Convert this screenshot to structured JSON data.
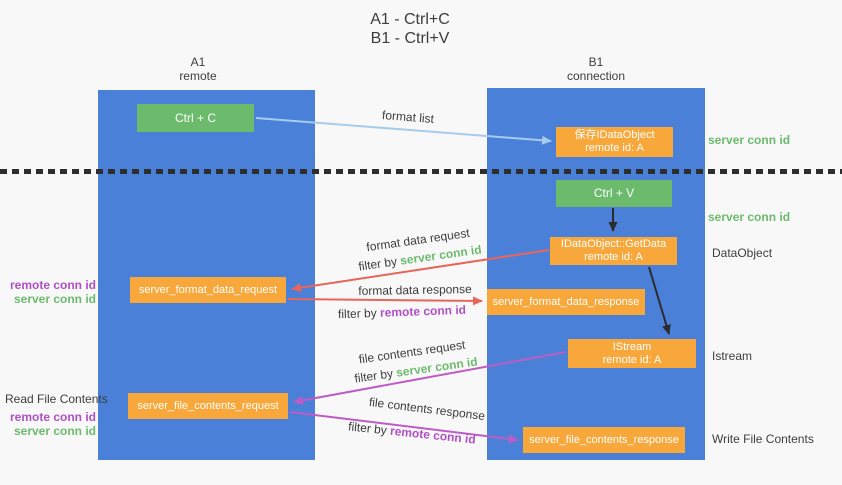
{
  "title": {
    "line1": "A1 - Ctrl+C",
    "line2": "B1 - Ctrl+V"
  },
  "columns": {
    "a1": {
      "name": "A1",
      "subtitle": "remote"
    },
    "b1": {
      "name": "B1",
      "subtitle": "connection"
    }
  },
  "nodes": {
    "ctrl_c": {
      "label": "Ctrl + C"
    },
    "save_idataobject": {
      "line1": "保存IDataObject",
      "line2": "remote id: A"
    },
    "ctrl_v": {
      "label": "Ctrl + V"
    },
    "getdata": {
      "line1": "IDataObject::GetData",
      "line2": "remote id: A"
    },
    "format_request": {
      "label": "server_format_data_request"
    },
    "format_response": {
      "label": "server_format_data_response"
    },
    "istream": {
      "line1": "IStream",
      "line2": "remote id: A"
    },
    "file_request": {
      "label": "server_file_contents_request"
    },
    "file_response": {
      "label": "server_file_contents_response"
    }
  },
  "side_labels": {
    "server_conn_id_top": "server conn id",
    "server_conn_id_mid": "server conn id",
    "dataobject": "DataObject",
    "istream": "Istream",
    "write_file_contents": "Write File Contents",
    "format_remote_conn_id": "remote conn id",
    "format_server_conn_id": "server conn id",
    "read_file_contents": "Read File Contents",
    "file_remote_conn_id": "remote conn id",
    "file_server_conn_id": "server conn id"
  },
  "arrow_labels": {
    "format_list": "format list",
    "format_data_request": "format data request",
    "format_data_response": "format data response",
    "file_contents_request": "file contents request",
    "file_contents_response": "file contents response",
    "filter_by": "filter by",
    "server_conn_id": "server conn id",
    "remote_conn_id": "remote conn id"
  },
  "colors": {
    "lane_blue": "#4b80d8",
    "node_green": "#6cbb6d",
    "node_orange": "#f8a73b",
    "arrow_red": "#e8655a",
    "arrow_magenta": "#bc5cc4",
    "arrow_light_blue": "#a6cbec",
    "arrow_black": "#2b2b2b",
    "text_green": "#6cbb6d",
    "text_purple": "#b04fc6",
    "text_dark": "#3d3d3d",
    "background": "#f8f8f8"
  }
}
